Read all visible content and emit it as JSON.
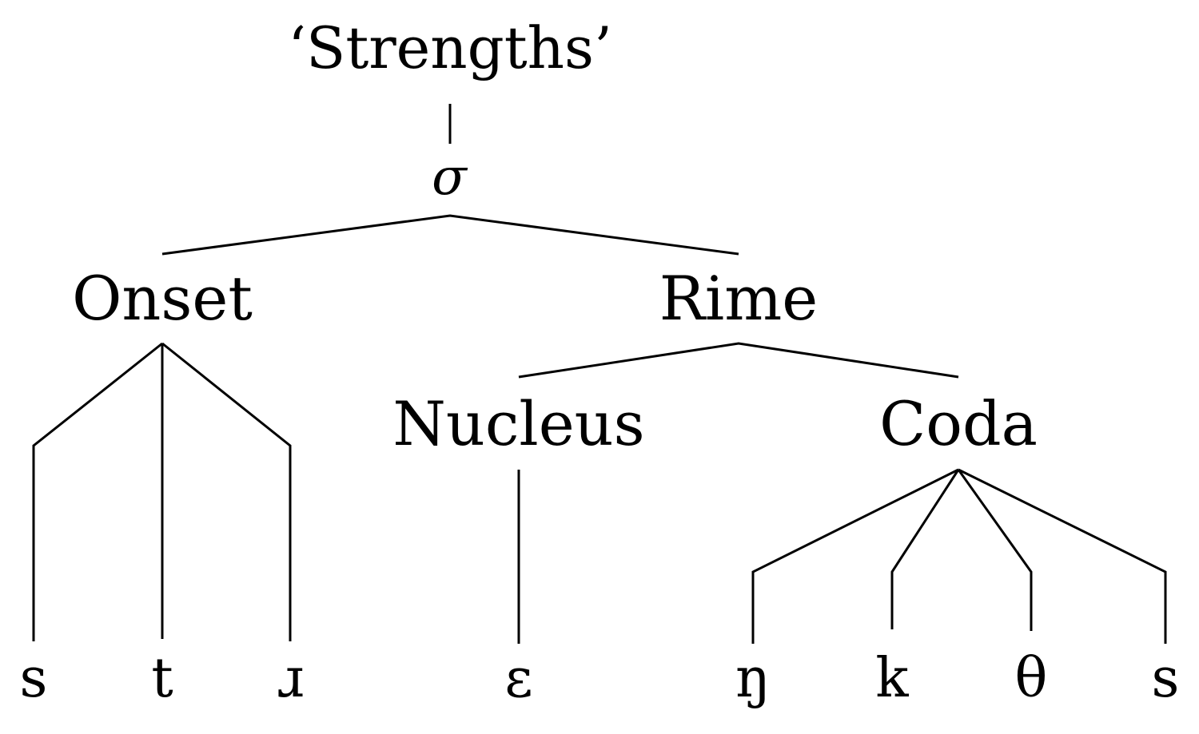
{
  "diagram": {
    "word": "‘Strengths’",
    "syllable": "σ",
    "onset": "Onset",
    "rime": "Rime",
    "nucleus": "Nucleus",
    "coda": "Coda",
    "onset_segments": [
      "s",
      "t",
      "ɹ"
    ],
    "nucleus_segments": [
      "ɛ"
    ],
    "coda_segments": [
      "ŋ",
      "k",
      "θ",
      "s"
    ]
  }
}
